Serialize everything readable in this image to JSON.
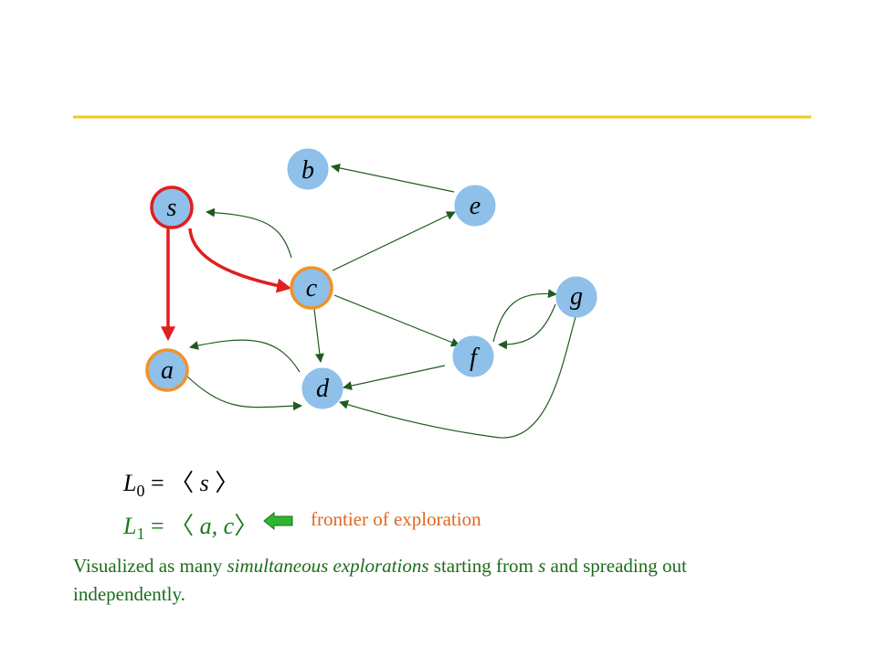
{
  "colors": {
    "rule": "#f2c91c",
    "node_fill": "#8ec0ea",
    "edge": "#1f5a1f",
    "tree_edge": "#e01f1f",
    "source_ring": "#e01f1f",
    "frontier_ring": "#f0922a",
    "frontier_arrow": "#2fb52f"
  },
  "graph": {
    "nodes": [
      {
        "id": "s",
        "label": "s",
        "state": "source"
      },
      {
        "id": "a",
        "label": "a",
        "state": "frontier"
      },
      {
        "id": "b",
        "label": "b",
        "state": "unvisited"
      },
      {
        "id": "c",
        "label": "c",
        "state": "frontier"
      },
      {
        "id": "d",
        "label": "d",
        "state": "unvisited"
      },
      {
        "id": "e",
        "label": "e",
        "state": "unvisited"
      },
      {
        "id": "f",
        "label": "f",
        "state": "unvisited"
      },
      {
        "id": "g",
        "label": "g",
        "state": "unvisited"
      }
    ],
    "edges": [
      {
        "from": "s",
        "to": "a",
        "tree": true
      },
      {
        "from": "s",
        "to": "c",
        "tree": true
      },
      {
        "from": "c",
        "to": "s",
        "tree": false
      },
      {
        "from": "c",
        "to": "e",
        "tree": false
      },
      {
        "from": "e",
        "to": "b",
        "tree": false
      },
      {
        "from": "c",
        "to": "f",
        "tree": false
      },
      {
        "from": "c",
        "to": "d",
        "tree": false
      },
      {
        "from": "d",
        "to": "a",
        "tree": false
      },
      {
        "from": "a",
        "to": "d",
        "tree": false
      },
      {
        "from": "f",
        "to": "d",
        "tree": false
      },
      {
        "from": "f",
        "to": "g",
        "tree": false
      },
      {
        "from": "g",
        "to": "f",
        "tree": false
      },
      {
        "from": "g",
        "to": "d",
        "tree": false
      }
    ]
  },
  "levels": [
    {
      "name": "L",
      "index": "0",
      "eq": " = 〈 ",
      "contents": "s",
      "close": " 〉"
    },
    {
      "name": "L",
      "index": "1",
      "eq": " = 〈 ",
      "contents": "a, c",
      "close": "〉"
    }
  ],
  "frontier_label": "frontier of exploration",
  "caption": {
    "part1": "Visualized as many ",
    "emph": "simultaneous explorations",
    "part2": " starting from ",
    "var": "s",
    "part3": " and spreading out independently."
  }
}
